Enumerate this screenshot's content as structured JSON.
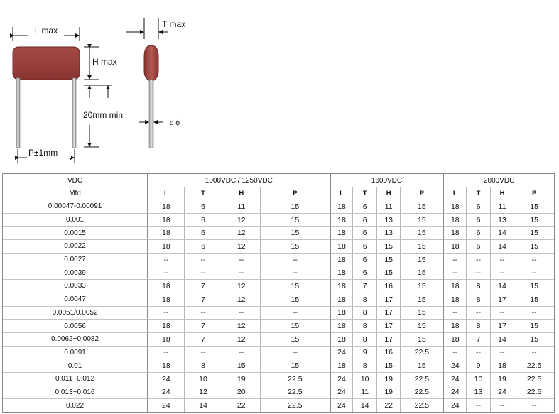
{
  "diagram": {
    "labels": {
      "l_max": "L max",
      "t_max": "T max",
      "h_max": "H max",
      "lead_length": "20mm min",
      "lead_dia": "d ϕ",
      "pitch": "P±1mm"
    }
  },
  "table": {
    "header": {
      "row1_label": "VDC",
      "row2_label": "Mfd",
      "groups": [
        "1000VDC / 1250VDC",
        "1600VDC",
        "2000VDC"
      ],
      "columns": [
        "L",
        "T",
        "H",
        "P"
      ]
    },
    "rows": [
      {
        "mfd": "0.00047-0.00091",
        "g1": [
          "18",
          "6",
          "11",
          "15"
        ],
        "g2": [
          "18",
          "6",
          "11",
          "15"
        ],
        "g3": [
          "18",
          "6",
          "11",
          "15"
        ]
      },
      {
        "mfd": "0.001",
        "g1": [
          "18",
          "6",
          "12",
          "15"
        ],
        "g2": [
          "18",
          "6",
          "13",
          "15"
        ],
        "g3": [
          "18",
          "6",
          "13",
          "15"
        ]
      },
      {
        "mfd": "0.0015",
        "g1": [
          "18",
          "6",
          "12",
          "15"
        ],
        "g2": [
          "18",
          "6",
          "13",
          "15"
        ],
        "g3": [
          "18",
          "6",
          "14",
          "15"
        ]
      },
      {
        "mfd": "0.0022",
        "g1": [
          "18",
          "6",
          "12",
          "15"
        ],
        "g2": [
          "18",
          "6",
          "15",
          "15"
        ],
        "g3": [
          "18",
          "6",
          "14",
          "15"
        ]
      },
      {
        "mfd": "0.0027",
        "g1": [
          "--",
          "--",
          "--",
          "--"
        ],
        "g2": [
          "18",
          "6",
          "15",
          "15"
        ],
        "g3": [
          "--",
          "--",
          "--",
          "--"
        ]
      },
      {
        "mfd": "0.0039",
        "g1": [
          "--",
          "--",
          "--",
          "--"
        ],
        "g2": [
          "18",
          "6",
          "15",
          "15"
        ],
        "g3": [
          "--",
          "--",
          "--",
          "--"
        ]
      },
      {
        "mfd": "0.0033",
        "g1": [
          "18",
          "7",
          "12",
          "15"
        ],
        "g2": [
          "18",
          "7",
          "16",
          "15"
        ],
        "g3": [
          "18",
          "8",
          "14",
          "15"
        ]
      },
      {
        "mfd": "0.0047",
        "g1": [
          "18",
          "7",
          "12",
          "15"
        ],
        "g2": [
          "18",
          "8",
          "17",
          "15"
        ],
        "g3": [
          "18",
          "8",
          "17",
          "15"
        ]
      },
      {
        "mfd": "0.0051/0.0052",
        "g1": [
          "--",
          "--",
          "--",
          "--"
        ],
        "g2": [
          "18",
          "8",
          "17",
          "15"
        ],
        "g3": [
          "--",
          "--",
          "--",
          "--"
        ]
      },
      {
        "mfd": "0.0056",
        "g1": [
          "18",
          "7",
          "12",
          "15"
        ],
        "g2": [
          "18",
          "8",
          "17",
          "15"
        ],
        "g3": [
          "18",
          "8",
          "17",
          "15"
        ]
      },
      {
        "mfd": "0.0062~0.0082",
        "g1": [
          "18",
          "7",
          "12",
          "15"
        ],
        "g2": [
          "18",
          "8",
          "17",
          "15"
        ],
        "g3": [
          "18",
          "7",
          "14",
          "15"
        ]
      },
      {
        "mfd": "0.0091",
        "g1": [
          "--",
          "--",
          "--",
          "--"
        ],
        "g2": [
          "24",
          "9",
          "16",
          "22.5"
        ],
        "g3": [
          "--",
          "--",
          "--",
          "--"
        ]
      },
      {
        "mfd": "0.01",
        "g1": [
          "18",
          "8",
          "15",
          "15"
        ],
        "g2": [
          "18",
          "8",
          "15",
          "15"
        ],
        "g3": [
          "24",
          "9",
          "18",
          "22.5"
        ]
      },
      {
        "mfd": "0.011~0.012",
        "g1": [
          "24",
          "10",
          "19",
          "22.5"
        ],
        "g2": [
          "24",
          "10",
          "19",
          "22.5"
        ],
        "g3": [
          "24",
          "10",
          "19",
          "22.5"
        ]
      },
      {
        "mfd": "0.013~0.016",
        "g1": [
          "24",
          "12",
          "20",
          "22.5"
        ],
        "g2": [
          "24",
          "11",
          "19",
          "22.5"
        ],
        "g3": [
          "24",
          "13",
          "24",
          "22.5"
        ]
      },
      {
        "mfd": "0.022",
        "g1": [
          "24",
          "14",
          "22",
          "22.5"
        ],
        "g2": [
          "24",
          "14",
          "22",
          "22.5"
        ],
        "g3": [
          "24",
          "--",
          "--",
          "--"
        ]
      }
    ]
  }
}
